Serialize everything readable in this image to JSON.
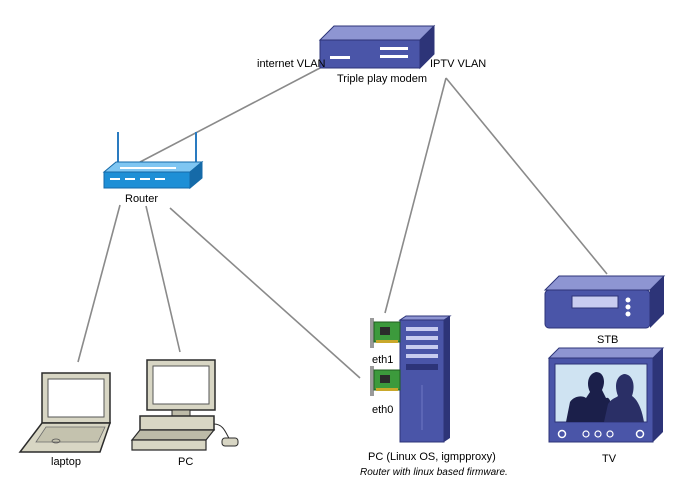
{
  "nodes": {
    "modem": {
      "label": "Triple play modem"
    },
    "router": {
      "label": "Router"
    },
    "laptop": {
      "label": "laptop"
    },
    "pc": {
      "label": "PC"
    },
    "linux_pc": {
      "label": "PC (Linux OS, igmpproxy)",
      "eth1": "eth1",
      "eth0": "eth0"
    },
    "stb": {
      "label": "STB"
    },
    "tv": {
      "label": "TV"
    }
  },
  "vlans": {
    "internet": "internet VLAN",
    "iptv": "IPTV VLAN"
  },
  "note": "Router with linux based firmware.",
  "colors": {
    "device_blue": "#4a55a8",
    "device_dark": "#2d3478",
    "router_blue": "#1e8fd6",
    "beige": "#d8d6c4",
    "line": "#8a8a8a"
  }
}
